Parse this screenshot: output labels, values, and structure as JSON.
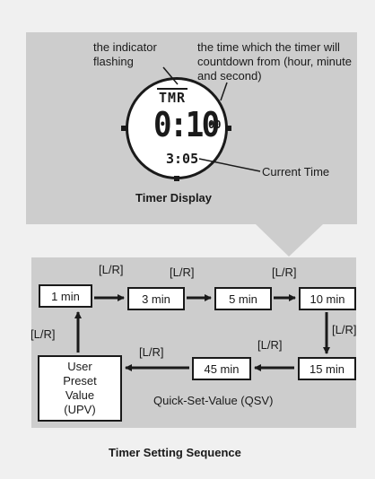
{
  "top": {
    "annotation_indicator": "the indicator flashing",
    "annotation_countdown": "the time which the timer will countdown from (hour, minute and second)",
    "annotation_current": "Current Time",
    "caption": "Timer Display",
    "watch": {
      "mode": "TMR",
      "big": "0:10",
      "small": "00",
      "current": "3:05"
    }
  },
  "sequence": {
    "steps": [
      "1 min",
      "3 min",
      "5 min",
      "10 min",
      "15 min",
      "45 min"
    ],
    "upv": "User Preset Value (UPV)",
    "lr": "[L/R]",
    "qsv": "Quick-Set-Value (QSV)",
    "caption": "Timer Setting Sequence"
  }
}
